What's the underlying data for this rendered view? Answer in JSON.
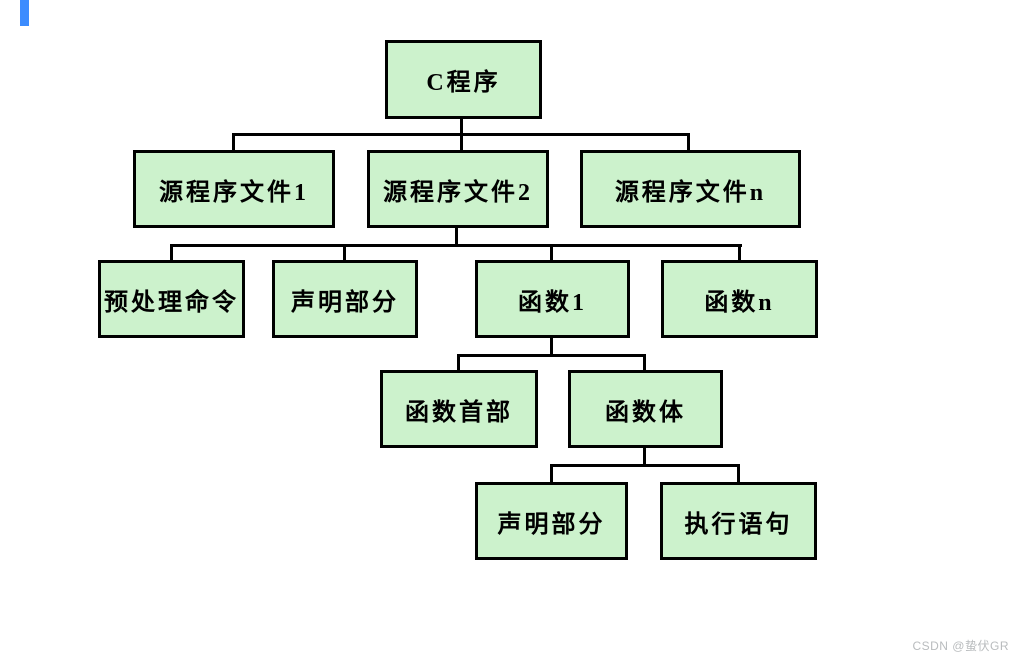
{
  "colors": {
    "node_fill": "#ccf2cc",
    "node_border": "#000000",
    "connector": "#000000",
    "accent_bar": "#3c8cfe",
    "watermark_text": "#b9bcbe",
    "background": "#ffffff"
  },
  "diagram": {
    "type": "tree",
    "nodes": {
      "c_program": {
        "label": "C程序"
      },
      "src_file_1": {
        "label": "源程序文件1"
      },
      "src_file_2": {
        "label": "源程序文件2"
      },
      "src_file_n": {
        "label": "源程序文件n"
      },
      "preprocess_cmd": {
        "label": "预处理命令"
      },
      "decl_part_file": {
        "label": "声明部分"
      },
      "func_1": {
        "label": "函数1"
      },
      "func_n": {
        "label": "函数n"
      },
      "func_header": {
        "label": "函数首部"
      },
      "func_body": {
        "label": "函数体"
      },
      "decl_part_body": {
        "label": "声明部分"
      },
      "exec_stmt": {
        "label": "执行语句"
      }
    },
    "edges": [
      [
        "c_program",
        "src_file_1"
      ],
      [
        "c_program",
        "src_file_2"
      ],
      [
        "c_program",
        "src_file_n"
      ],
      [
        "src_file_2",
        "preprocess_cmd"
      ],
      [
        "src_file_2",
        "decl_part_file"
      ],
      [
        "src_file_2",
        "func_1"
      ],
      [
        "src_file_2",
        "func_n"
      ],
      [
        "func_1",
        "func_header"
      ],
      [
        "func_1",
        "func_body"
      ],
      [
        "func_body",
        "decl_part_body"
      ],
      [
        "func_body",
        "exec_stmt"
      ]
    ]
  },
  "watermark": {
    "text": "CSDN @蛰伏GR"
  }
}
